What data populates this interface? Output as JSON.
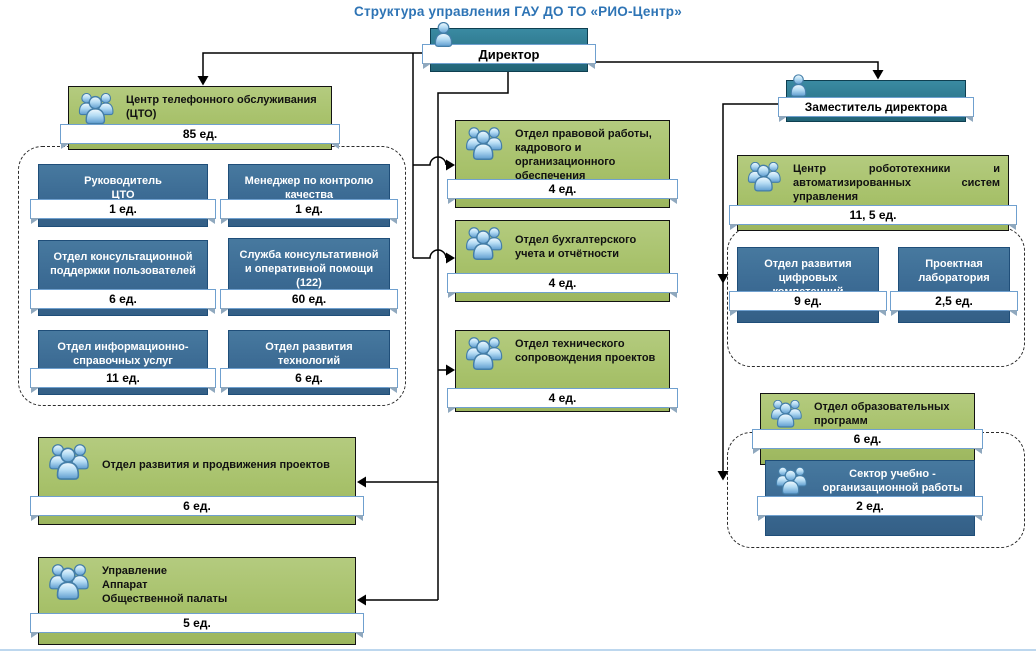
{
  "title": "Структура управления ГАУ ДО ТО «РИО-Центр»",
  "accent_colors": {
    "title_blue": "#2E74B5",
    "green_box": "#A7C16A",
    "blue_box": "#3B6A93",
    "teal_box": "#2B7489",
    "ribbon_border": "#6FA0CF"
  },
  "nodes": {
    "director": {
      "label": "Директор"
    },
    "deputy": {
      "label": "Заместитель директора"
    },
    "cto": {
      "label": "Центр телефонного обслуживания (ЦТО)",
      "count": "85 ед."
    },
    "cto_head": {
      "label": "Руководитель\nЦТО",
      "count": "1 ед."
    },
    "qa_manager": {
      "label": "Менеджер по контролю качества",
      "count": "1 ед."
    },
    "consulting_support": {
      "label": "Отдел консультационной поддержки пользователей",
      "count": "6 ед."
    },
    "help_service": {
      "label": "Служба консультативной и оперативной помощи (122)",
      "count": "60 ед."
    },
    "info_services": {
      "label": "Отдел информационно-справочных услуг",
      "count": "11 ед."
    },
    "tech_development": {
      "label": "Отдел развития технологий",
      "count": "6 ед."
    },
    "legal": {
      "label": "Отдел правовой работы, кадрового и организационного обеспечения",
      "count": "4 ед."
    },
    "accounting": {
      "label": "Отдел бухгалтерского учета и отчётности",
      "count": "4 ед."
    },
    "project_support": {
      "label": "Отдел технического сопровождения проектов",
      "count": "4 ед."
    },
    "project_promotion": {
      "label": "Отдел развития и продвижения проектов",
      "count": "6 ед."
    },
    "public_chamber": {
      "label": "Управление\nАппарат\nОбщественной палаты",
      "count": "5 ед."
    },
    "robotics": {
      "label": "Центр робототехники и автоматизированных систем управления",
      "count": "11, 5 ед."
    },
    "digital_competences": {
      "label": "Отдел развития цифровых компетенций",
      "count": "9 ед."
    },
    "project_lab": {
      "label": "Проектная лаборатория",
      "count": "2,5 ед."
    },
    "education": {
      "label": "Отдел образовательных программ",
      "count": "6 ед."
    },
    "training_sector": {
      "label": "Сектор учебно - организационной работы",
      "count": "2 ед."
    }
  }
}
